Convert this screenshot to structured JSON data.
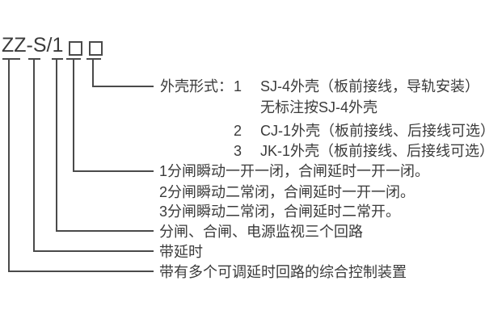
{
  "model": {
    "code": "ZZ-S/1",
    "placeholder_box_count": 2
  },
  "legend": {
    "shell": {
      "label": "外壳形式：",
      "options": [
        {
          "num": "1",
          "desc": "SJ-4外壳（板前接线，导轨安装）",
          "note": "无标注按SJ-4外壳"
        },
        {
          "num": "2",
          "desc": "CJ-1外壳（板前接线、后接线可选）"
        },
        {
          "num": "3",
          "desc": "JK-1外壳（板前接线、后接线可选）"
        }
      ]
    },
    "contact_configs": [
      "1分闸瞬动一开一闭，合闸延时一开一闭。",
      "2分闸瞬动二常闭，合闸延时一开一闭。",
      "3分闸瞬动二常闭，合闸延时二常开。"
    ],
    "circuits": "分闸、合闸、电源监视三个回路",
    "delay": "带延时",
    "device": "带有多个可调延时回路的综合控制装置"
  },
  "colors": {
    "text": "#3b3b3b",
    "line": "#4a4a4a",
    "background": "#ffffff"
  }
}
